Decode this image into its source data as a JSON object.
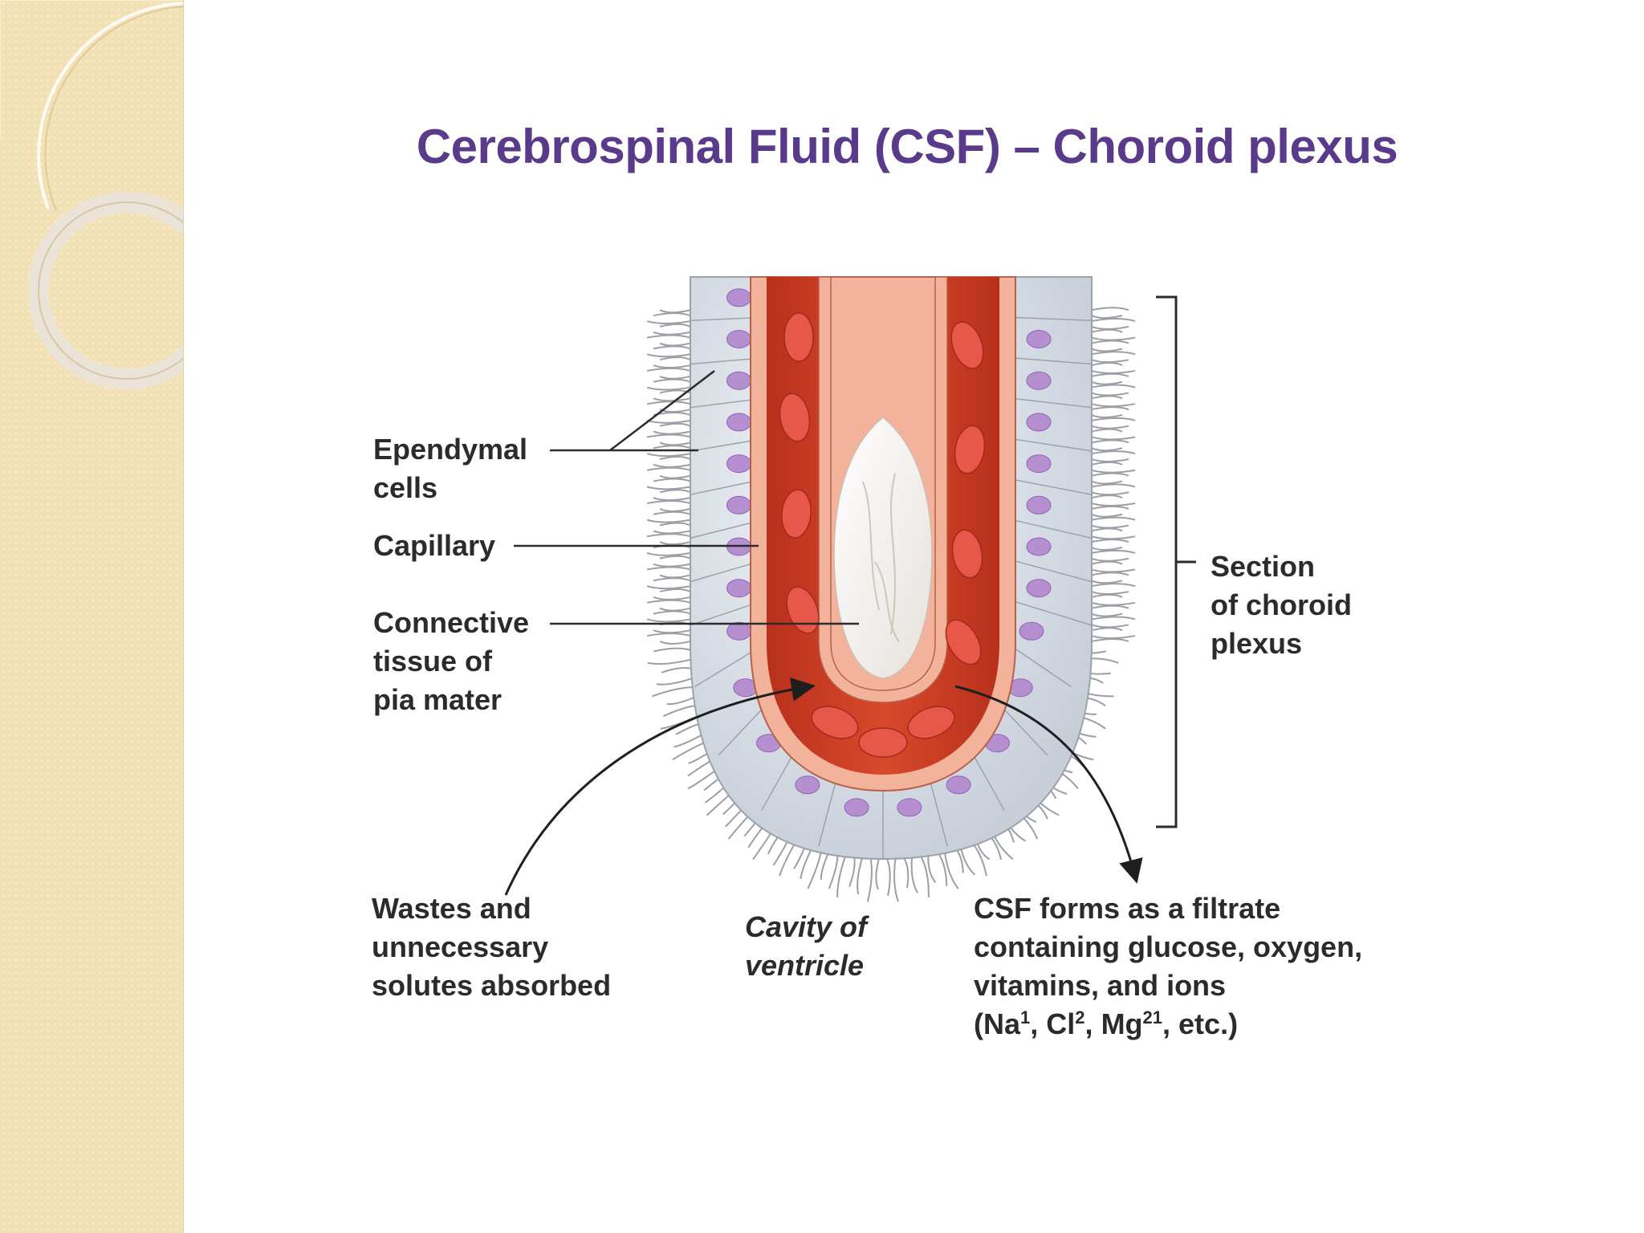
{
  "slide": {
    "title": "Cerebrospinal Fluid (CSF) – Choroid plexus"
  },
  "labels": {
    "ependymal": [
      "Ependymal",
      "cells"
    ],
    "capillary": [
      "Capillary"
    ],
    "connective": [
      "Connective",
      "tissue of",
      "pia mater"
    ],
    "section": [
      "Section",
      "of choroid",
      "plexus"
    ],
    "wastes": [
      "Wastes and",
      "unnecessary",
      "solutes absorbed"
    ],
    "cavity": [
      "Cavity of",
      "ventricle"
    ],
    "csf": {
      "lines": [
        "CSF forms as a filtrate",
        "containing glucose, oxygen,",
        "vitamins, and ions"
      ],
      "ions": {
        "open": "(",
        "na": "Na",
        "na_sup": "1",
        "sep1": ", ",
        "cl": "Cl",
        "cl_sup": "2",
        "sep2": ", ",
        "mg": "Mg",
        "mg_sup": "21",
        "tail": ", etc.)"
      }
    }
  },
  "colors": {
    "title": "#5a3a8a",
    "ependymal_cell": "#e3e8ee",
    "nucleus": "#b58fd0",
    "capillary_wall": "#f2b39a",
    "blood": "#c93a22",
    "rbc": "#e8584a",
    "connective": "#f5f2ee"
  }
}
